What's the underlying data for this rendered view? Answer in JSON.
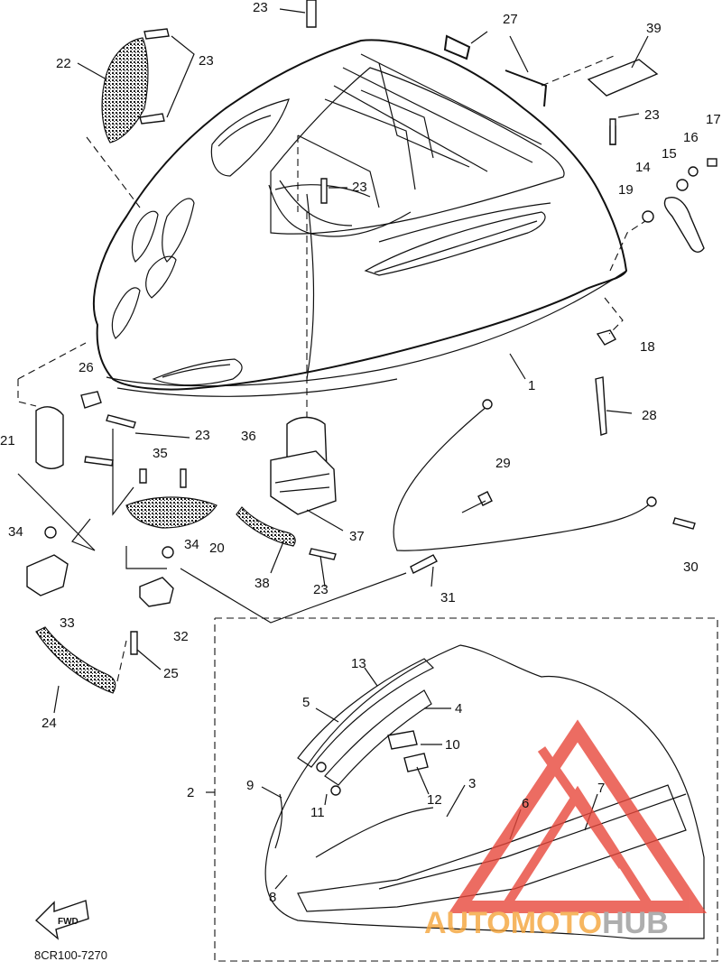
{
  "diagram_code": "8CR100-7270",
  "fwd_label": "FWD",
  "watermark": {
    "part1": "AUTO",
    "part2": "MOTO",
    "part3": "HUB"
  },
  "colors": {
    "watermark_orange": "#f4a43a",
    "watermark_gray": "#9a9a9a",
    "watermark_red": "#e8483c"
  },
  "callouts": [
    {
      "id": "c1",
      "label": "1"
    },
    {
      "id": "c2",
      "label": "2"
    },
    {
      "id": "c3",
      "label": "3"
    },
    {
      "id": "c4",
      "label": "4"
    },
    {
      "id": "c5",
      "label": "5"
    },
    {
      "id": "c6",
      "label": "6"
    },
    {
      "id": "c7",
      "label": "7"
    },
    {
      "id": "c8",
      "label": "8"
    },
    {
      "id": "c9",
      "label": "9"
    },
    {
      "id": "c10",
      "label": "10"
    },
    {
      "id": "c11",
      "label": "11"
    },
    {
      "id": "c12",
      "label": "12"
    },
    {
      "id": "c13",
      "label": "13"
    },
    {
      "id": "c14",
      "label": "14"
    },
    {
      "id": "c15",
      "label": "15"
    },
    {
      "id": "c16",
      "label": "16"
    },
    {
      "id": "c17",
      "label": "17"
    },
    {
      "id": "c18",
      "label": "18"
    },
    {
      "id": "c19",
      "label": "19"
    },
    {
      "id": "c20",
      "label": "20"
    },
    {
      "id": "c21",
      "label": "21"
    },
    {
      "id": "c22",
      "label": "22"
    },
    {
      "id": "c23a",
      "label": "23"
    },
    {
      "id": "c23b",
      "label": "23"
    },
    {
      "id": "c23c",
      "label": "23"
    },
    {
      "id": "c23d",
      "label": "23"
    },
    {
      "id": "c23e",
      "label": "23"
    },
    {
      "id": "c23f",
      "label": "23"
    },
    {
      "id": "c24",
      "label": "24"
    },
    {
      "id": "c25",
      "label": "25"
    },
    {
      "id": "c26",
      "label": "26"
    },
    {
      "id": "c27",
      "label": "27"
    },
    {
      "id": "c28",
      "label": "28"
    },
    {
      "id": "c29",
      "label": "29"
    },
    {
      "id": "c30",
      "label": "30"
    },
    {
      "id": "c31",
      "label": "31"
    },
    {
      "id": "c32",
      "label": "32"
    },
    {
      "id": "c33",
      "label": "33"
    },
    {
      "id": "c34a",
      "label": "34"
    },
    {
      "id": "c34b",
      "label": "34"
    },
    {
      "id": "c35",
      "label": "35"
    },
    {
      "id": "c36",
      "label": "36"
    },
    {
      "id": "c37",
      "label": "37"
    },
    {
      "id": "c38",
      "label": "38"
    },
    {
      "id": "c39",
      "label": "39"
    }
  ]
}
